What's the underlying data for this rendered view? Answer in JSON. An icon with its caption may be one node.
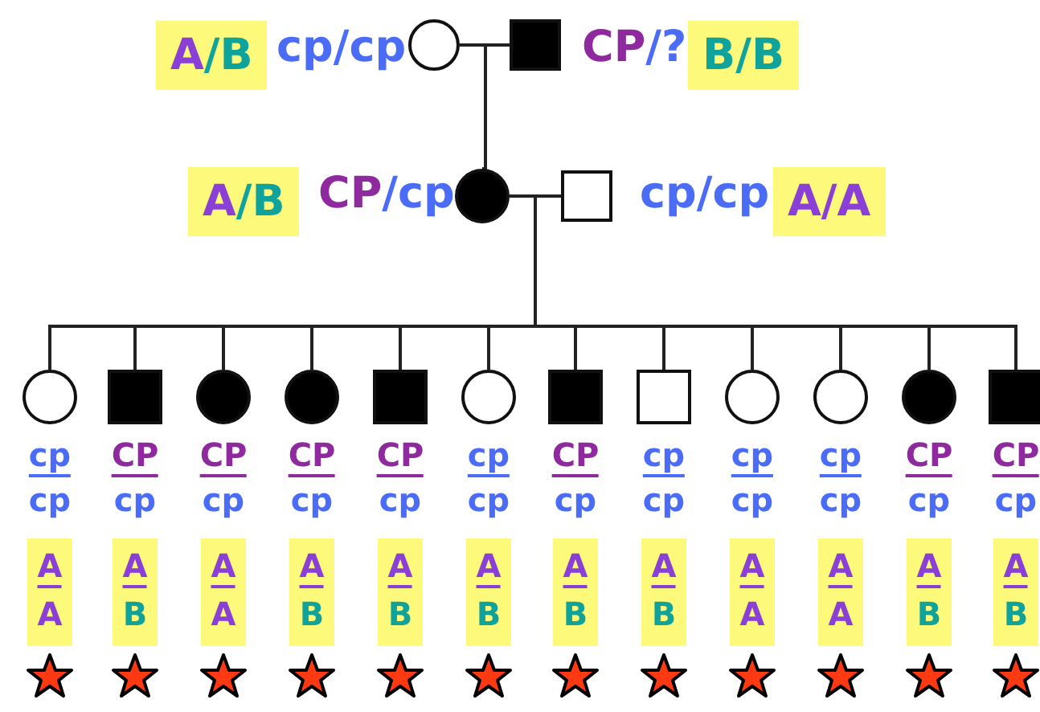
{
  "diagram": {
    "nodes": [
      {
        "text": [],
        "shape": "circle",
        "beside": [
          "A/B",
          "cp/cp"
        ]
      },
      {
        "text": [],
        "shape": "box",
        "beside": [
          "CP/?",
          "B/B"
        ]
      },
      {
        "text": [],
        "shape": "circle",
        "beside": [
          "A/B",
          "CP/cp"
        ]
      },
      {
        "text": [],
        "shape": "box",
        "beside": [
          "cp/cp",
          "A/A"
        ]
      },
      {
        "text": [],
        "shape": "circle",
        "beside": [
          "cp",
          "cp",
          "A",
          "A"
        ]
      },
      {
        "text": [],
        "shape": "box",
        "beside": [
          "CP",
          "cp",
          "A",
          "B"
        ]
      },
      {
        "text": [],
        "shape": "circle",
        "beside": [
          "CP",
          "cp",
          "A",
          "A"
        ]
      },
      {
        "text": [],
        "shape": "circle",
        "beside": [
          "CP",
          "cp",
          "A",
          "B"
        ]
      },
      {
        "text": [],
        "shape": "box",
        "beside": [
          "CP",
          "cp",
          "A",
          "B"
        ]
      },
      {
        "text": [],
        "shape": "circle",
        "beside": [
          "cp",
          "cp",
          "A",
          "B"
        ]
      },
      {
        "text": [],
        "shape": "box",
        "beside": [
          "CP",
          "cp",
          "A",
          "B"
        ]
      },
      {
        "text": [],
        "shape": "box",
        "beside": [
          "cp",
          "cp",
          "A",
          "B"
        ]
      },
      {
        "text": [],
        "shape": "circle",
        "beside": [
          "cp",
          "cp",
          "A",
          "A"
        ]
      },
      {
        "text": [],
        "shape": "circle",
        "beside": [
          "cp",
          "cp",
          "A",
          "A"
        ]
      },
      {
        "text": [],
        "shape": "circle",
        "beside": [
          "CP",
          "cp",
          "A",
          "B"
        ]
      },
      {
        "text": [],
        "shape": "box",
        "beside": [
          "CP",
          "cp",
          "A",
          "B"
        ]
      }
    ],
    "edges": [
      {
        "from": 0,
        "to": 1,
        "arrow": "none"
      },
      {
        "from": 0,
        "to": 2,
        "arrow": "none"
      },
      {
        "from": 1,
        "to": 2,
        "arrow": "none"
      },
      {
        "from": 2,
        "to": 3,
        "arrow": "none"
      },
      {
        "from": 2,
        "to": 4,
        "arrow": "none"
      },
      {
        "from": 3,
        "to": 4,
        "arrow": "none"
      },
      {
        "from": 2,
        "to": 5,
        "arrow": "none"
      },
      {
        "from": 3,
        "to": 5,
        "arrow": "none"
      },
      {
        "from": 2,
        "to": 6,
        "arrow": "none"
      },
      {
        "from": 3,
        "to": 6,
        "arrow": "none"
      },
      {
        "from": 2,
        "to": 7,
        "arrow": "none"
      },
      {
        "from": 3,
        "to": 7,
        "arrow": "none"
      },
      {
        "from": 2,
        "to": 8,
        "arrow": "none"
      },
      {
        "from": 3,
        "to": 8,
        "arrow": "none"
      },
      {
        "from": 2,
        "to": 9,
        "arrow": "none"
      },
      {
        "from": 3,
        "to": 9,
        "arrow": "none"
      },
      {
        "from": 2,
        "to": 10,
        "arrow": "none"
      },
      {
        "from": 3,
        "to": 10,
        "arrow": "none"
      },
      {
        "from": 2,
        "to": 11,
        "arrow": "none"
      },
      {
        "from": 3,
        "to": 11,
        "arrow": "none"
      },
      {
        "from": 2,
        "to": 12,
        "arrow": "none"
      },
      {
        "from": 3,
        "to": 12,
        "arrow": "none"
      },
      {
        "from": 2,
        "to": 13,
        "arrow": "none"
      },
      {
        "from": 3,
        "to": 13,
        "arrow": "none"
      },
      {
        "from": 2,
        "to": 14,
        "arrow": "none"
      },
      {
        "from": 3,
        "to": 14,
        "arrow": "none"
      },
      {
        "from": 2,
        "to": 15,
        "arrow": "none"
      },
      {
        "from": 3,
        "to": 15,
        "arrow": "none"
      }
    ]
  }
}
